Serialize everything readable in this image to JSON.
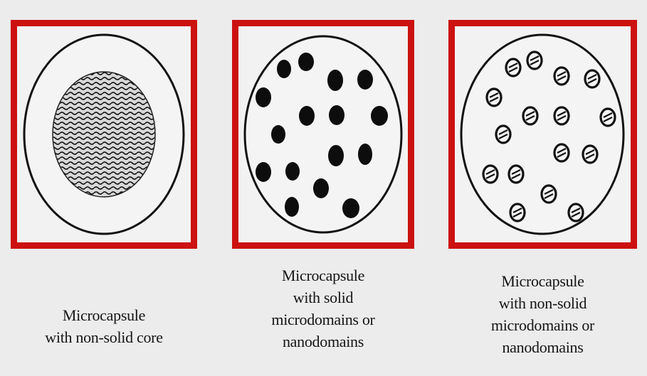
{
  "panels": [
    {
      "id": "non-solid-core",
      "caption": "Microcapsule\nwith non-solid core",
      "capsule_style": "wavy-core"
    },
    {
      "id": "solid-domains",
      "caption": "Microcapsule\nwith solid\nmicrodomains or\nnanodomains",
      "capsule_style": "solid-dots"
    },
    {
      "id": "non-solid-domains",
      "caption": "Microcapsule\nwith non-solid\nmicrodomains or\nnanodomains",
      "capsule_style": "striped-dots"
    }
  ],
  "colors": {
    "frame": "#cc1111",
    "ink": "#111111",
    "background": "#ececec"
  }
}
